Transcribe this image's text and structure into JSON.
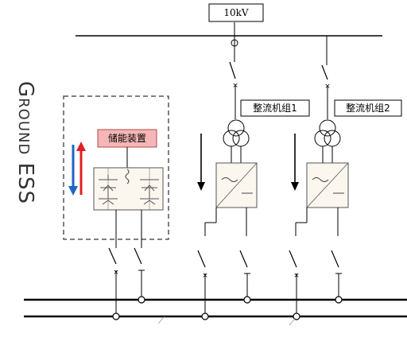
{
  "voltage_label": "10kV",
  "side_title": "Ground ESS",
  "storage_device_label": "储能装置",
  "rectifier_labels": [
    "整流机组1",
    "整流机组2"
  ],
  "colors": {
    "line": "#000000",
    "storage_box_fill": "#f4b6b6",
    "storage_box_border": "#b54848",
    "arrow_up": "#e0201f",
    "arrow_down": "#1d65c8",
    "converter_fill": "#fbf7ef",
    "dashed_border": "#555555"
  },
  "icons": [
    "transformer-icon",
    "converter-icon",
    "switch-icon",
    "inverter-icon"
  ]
}
